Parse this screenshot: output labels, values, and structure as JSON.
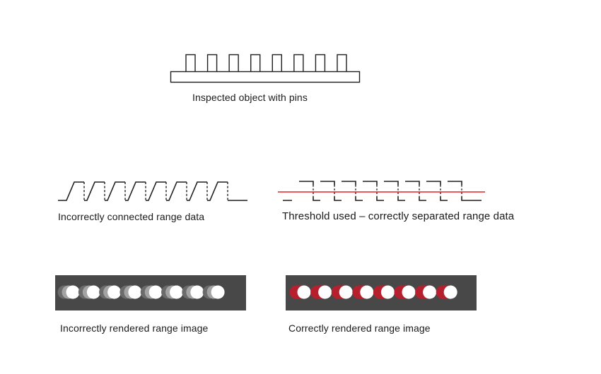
{
  "page": {
    "background": "#ffffff"
  },
  "colors": {
    "stroke": "#1f1f1f",
    "threshold_line": "#e62329",
    "panel_background": "#484848",
    "blob_white": "#ffffff",
    "blob_trail_dark": "#6b6b6b",
    "blob_trail_light": "#a3a3a3",
    "blob_red": "#b6202e",
    "text": "#1a1a1a"
  },
  "figures": {
    "inspected_object": {
      "label": "Inspected object with pins",
      "pin_count": 8
    },
    "connected_range": {
      "label": "Incorrectly connected range data",
      "pulse_count": 8
    },
    "threshold_range": {
      "label": "Threshold used – correctly separated range data",
      "pulse_count": 8
    },
    "incorrect_render": {
      "label": "Incorrectly rendered range image",
      "dot_count": 8
    },
    "correct_render": {
      "label": "Correctly rendered range image",
      "dot_count": 8
    }
  }
}
